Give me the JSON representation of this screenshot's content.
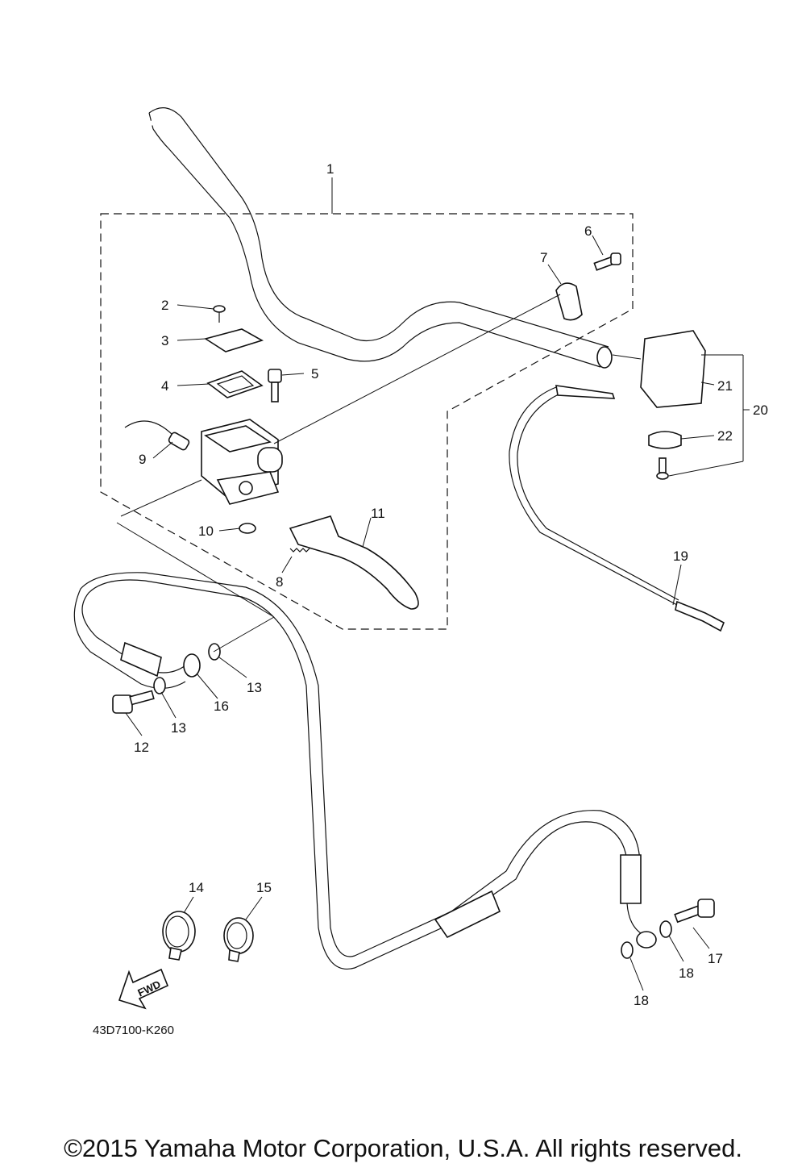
{
  "diagram": {
    "callouts": [
      "1",
      "2",
      "3",
      "4",
      "5",
      "6",
      "7",
      "8",
      "9",
      "10",
      "11",
      "12",
      "13",
      "13",
      "14",
      "15",
      "16",
      "17",
      "18",
      "18",
      "19",
      "20",
      "21",
      "22"
    ],
    "drawing_code": "43D7100-K260",
    "fwd_label": "FWD"
  },
  "footer": {
    "copyright": "©2015 Yamaha Motor Corporation, U.S.A. All rights reserved."
  }
}
